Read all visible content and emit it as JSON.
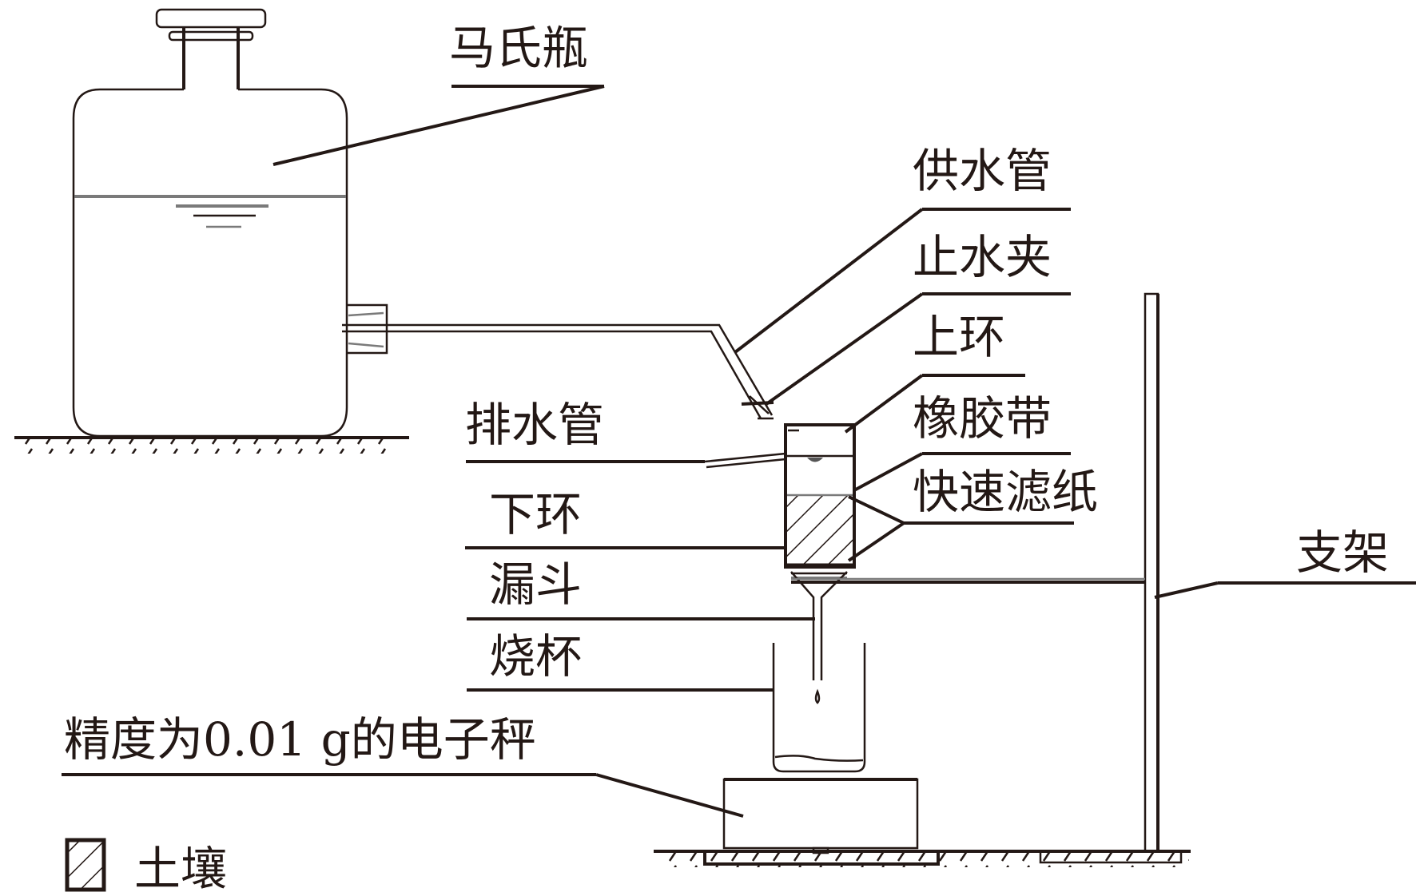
{
  "diagram": {
    "title": "",
    "labels": {
      "mariotte_bottle": "马氏瓶",
      "supply_tube": "供水管",
      "water_clamp": "止水夹",
      "upper_ring": "上环",
      "rubber_band": "橡胶带",
      "filter_paper": "快速滤纸",
      "drain_tube": "排水管",
      "lower_ring": "下环",
      "funnel": "漏斗",
      "beaker": "烧杯",
      "stand": "支架",
      "balance": "精度为0.01 g的电子秤"
    },
    "legend": [
      {
        "symbol": "hatched-square",
        "label": "土壤"
      }
    ],
    "colors": {
      "ink": "#231815",
      "gray": "#7a7a7a",
      "background": "#ffffff"
    }
  }
}
